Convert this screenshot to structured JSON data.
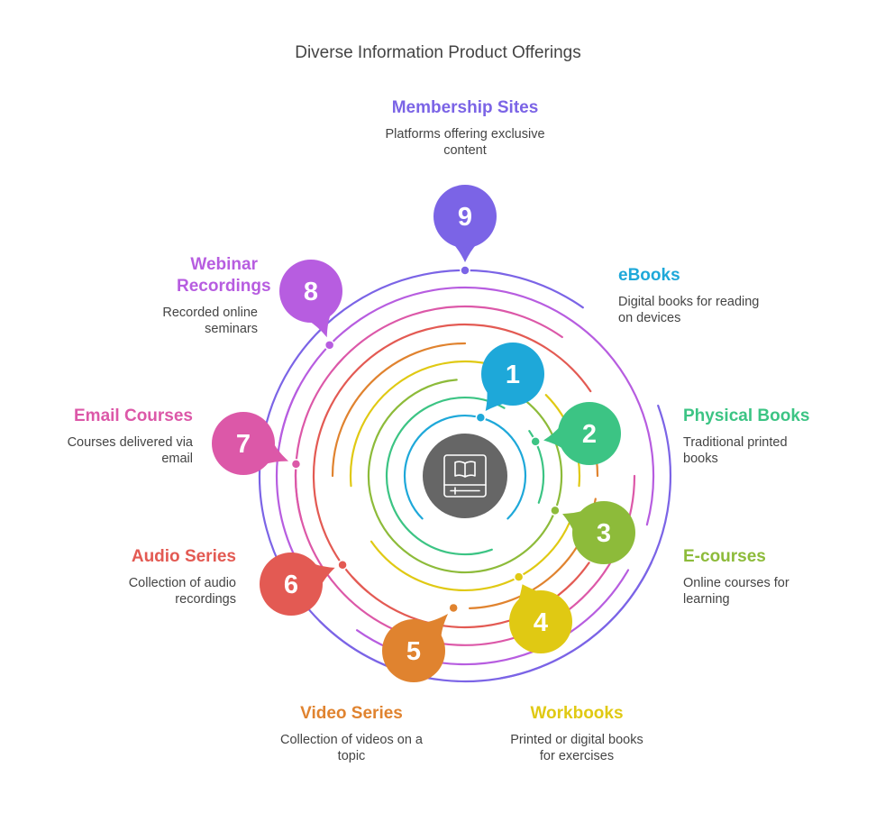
{
  "title": "Diverse Information Product Offerings",
  "center_icon": "ebook-reader-icon",
  "center_color": "#666666",
  "items": [
    {
      "number": "1",
      "title": "eBooks",
      "description": "Digital books for reading on devices",
      "color": "#1EA8D9"
    },
    {
      "number": "2",
      "title": "Physical Books",
      "description": "Traditional printed books",
      "color": "#3CC484"
    },
    {
      "number": "3",
      "title": "E-courses",
      "description": "Online courses for learning",
      "color": "#8DBB3A"
    },
    {
      "number": "4",
      "title": "Workbooks",
      "description": "Printed or digital books for exercises",
      "color": "#E0C913"
    },
    {
      "number": "5",
      "title": "Video Series",
      "description": "Collection of videos on a topic",
      "color": "#E0832F"
    },
    {
      "number": "6",
      "title": "Audio Series",
      "description": "Collection of audio recordings",
      "color": "#E35A53"
    },
    {
      "number": "7",
      "title": "Email Courses",
      "description": "Courses delivered via email",
      "color": "#DC58A8"
    },
    {
      "number": "8",
      "title": "Webinar Recordings",
      "description": "Recorded online seminars",
      "color": "#B75DE0"
    },
    {
      "number": "9",
      "title": "Membership Sites",
      "description": "Platforms offering exclusive content",
      "color": "#7B64E6"
    }
  ]
}
